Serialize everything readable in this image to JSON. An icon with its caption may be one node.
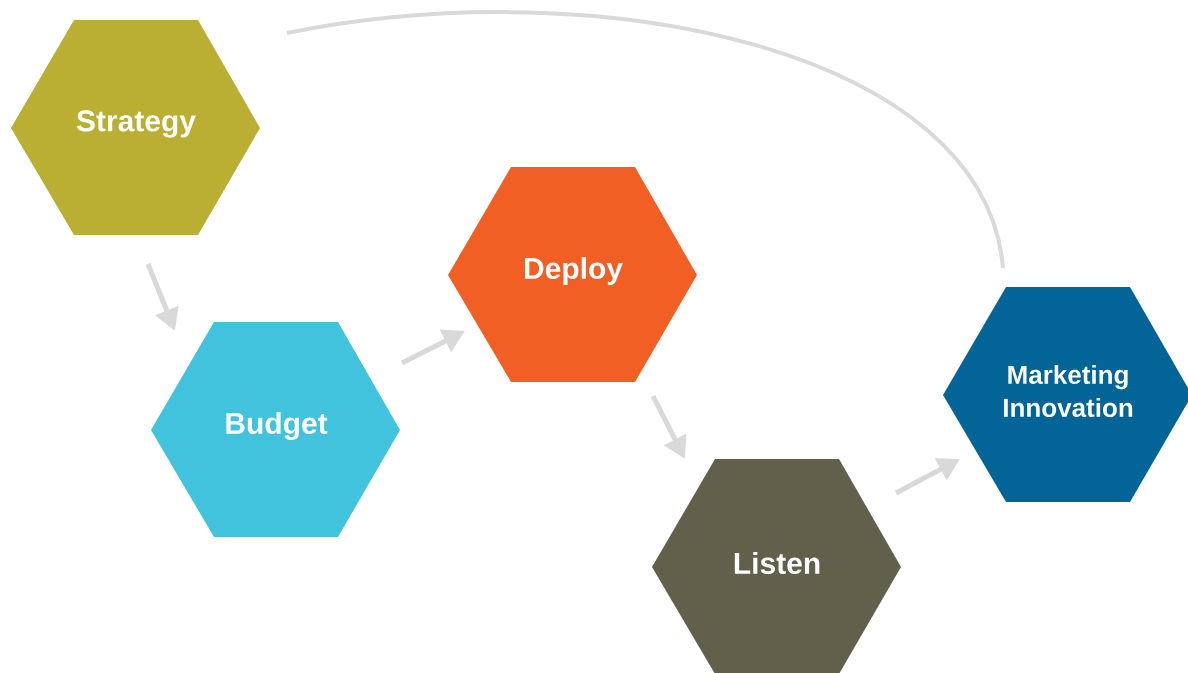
{
  "diagram": {
    "nodes": [
      {
        "text": [
          "Strategy"
        ]
      },
      {
        "text": [
          "Budget"
        ]
      },
      {
        "text": [
          "Deploy"
        ]
      },
      {
        "text": [
          "Listen"
        ]
      },
      {
        "text": [
          "Marketing Innovation"
        ]
      }
    ],
    "edges": [
      {
        "from": 0,
        "to": 1,
        "arrow": "to"
      },
      {
        "from": 1,
        "to": 2,
        "arrow": "to"
      },
      {
        "from": 2,
        "to": 3,
        "arrow": "to"
      },
      {
        "from": 3,
        "to": 4,
        "arrow": "to"
      },
      {
        "from": 4,
        "to": 0,
        "arrow": "none"
      }
    ]
  }
}
